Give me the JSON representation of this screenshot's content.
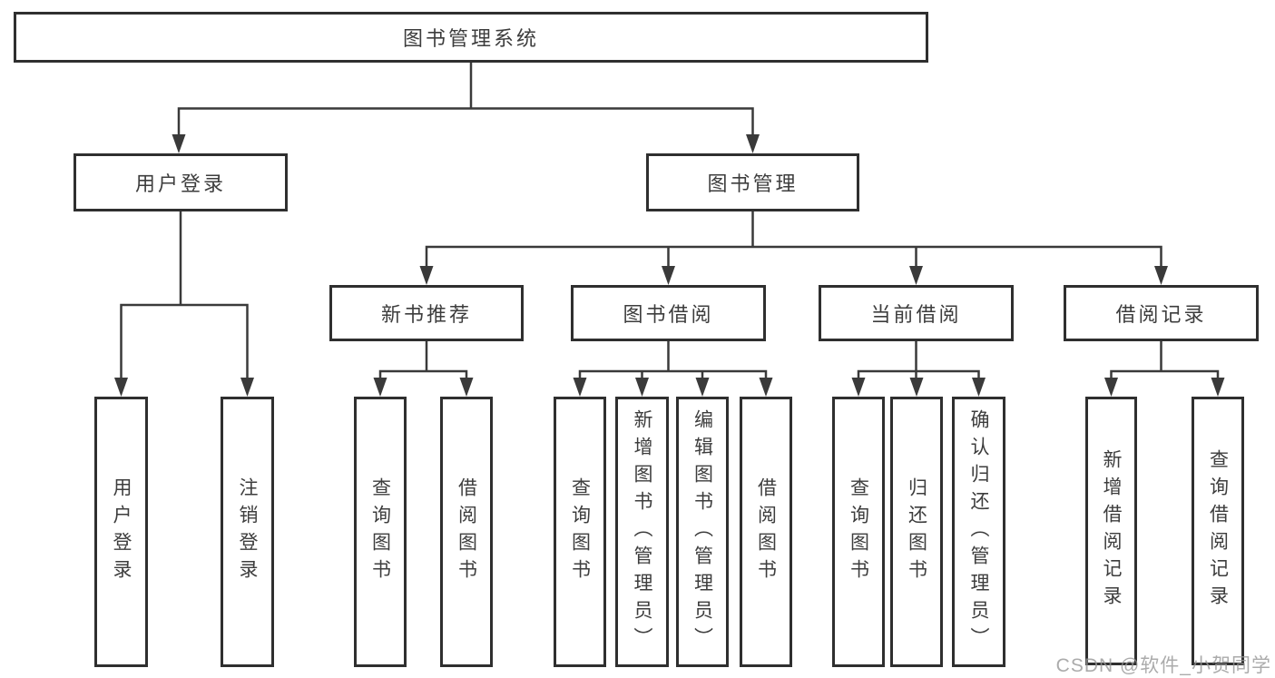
{
  "tree": {
    "label": "图书管理系统",
    "children": [
      {
        "label": "用户登录",
        "children": [
          {
            "label": "用户登录"
          },
          {
            "label": "注销登录"
          }
        ]
      },
      {
        "label": "图书管理",
        "children": [
          {
            "label": "新书推荐",
            "children": [
              {
                "label": "查询图书"
              },
              {
                "label": "借阅图书"
              }
            ]
          },
          {
            "label": "图书借阅",
            "children": [
              {
                "label": "查询图书"
              },
              {
                "label": "新增图书（管理员）"
              },
              {
                "label": "编辑图书（管理员）"
              },
              {
                "label": "借阅图书"
              }
            ]
          },
          {
            "label": "当前借阅",
            "children": [
              {
                "label": "查询图书"
              },
              {
                "label": "归还图书"
              },
              {
                "label": "确认归还（管理员）"
              }
            ]
          },
          {
            "label": "借阅记录",
            "children": [
              {
                "label": "新增借阅记录"
              },
              {
                "label": "查询借阅记录"
              }
            ]
          }
        ]
      }
    ]
  },
  "watermark": "CSDN @软件_小贺同学",
  "colors": {
    "line": "#3a3a3a",
    "box_border": "#2f2f2f",
    "text": "#3d3d3d",
    "watermark_gray": "#969696",
    "background": "#ffffff"
  }
}
